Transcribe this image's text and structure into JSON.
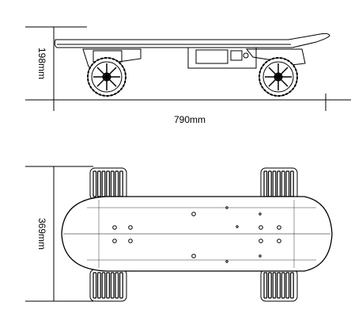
{
  "dimensions": {
    "height": "198mm",
    "length": "790mm",
    "width": "369mm"
  },
  "colors": {
    "line": "#000000",
    "wheel_fill": "#ffffff",
    "hub": "#222222"
  }
}
